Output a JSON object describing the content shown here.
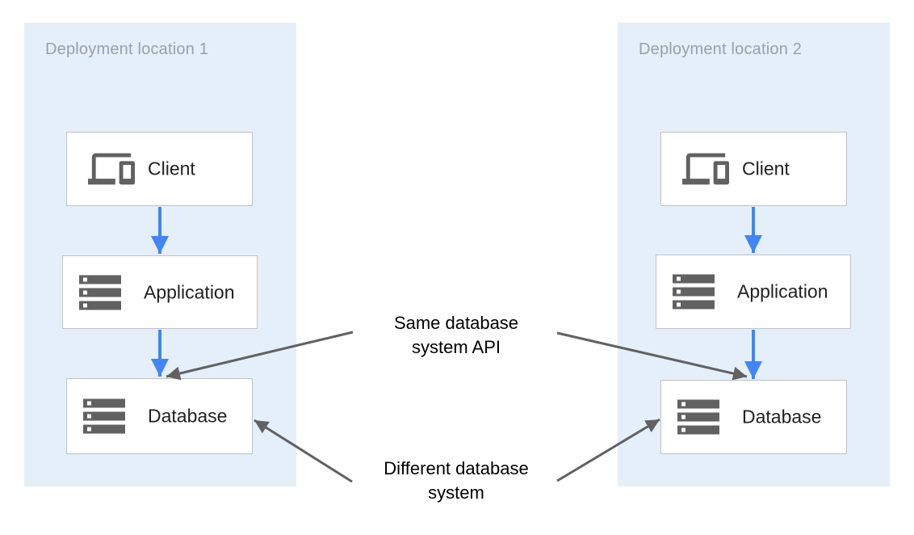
{
  "diagram": {
    "panels": [
      {
        "title": "Deployment location 1",
        "nodes": [
          {
            "label": "Client",
            "icon": "devices-icon"
          },
          {
            "label": "Application",
            "icon": "storage-icon"
          },
          {
            "label": "Database",
            "icon": "storage-icon"
          }
        ]
      },
      {
        "title": "Deployment location 2",
        "nodes": [
          {
            "label": "Client",
            "icon": "devices-icon"
          },
          {
            "label": "Application",
            "icon": "storage-icon"
          },
          {
            "label": "Database",
            "icon": "storage-icon"
          }
        ]
      }
    ],
    "annotations": [
      {
        "line1": "Same database",
        "line2": "system API"
      },
      {
        "line1": "Different database",
        "line2": "system"
      }
    ],
    "colors": {
      "panel_background": "#E4EFFA",
      "node_background": "#FFFFFF",
      "node_border": "#BFC3C7",
      "flow_arrow_blue": "#4285F4",
      "annotation_arrow_gray": "#616161",
      "panel_title": "#9AA0A6",
      "node_label": "#212121",
      "annotation_text": "#000000",
      "icon_gray": "#616161"
    }
  }
}
